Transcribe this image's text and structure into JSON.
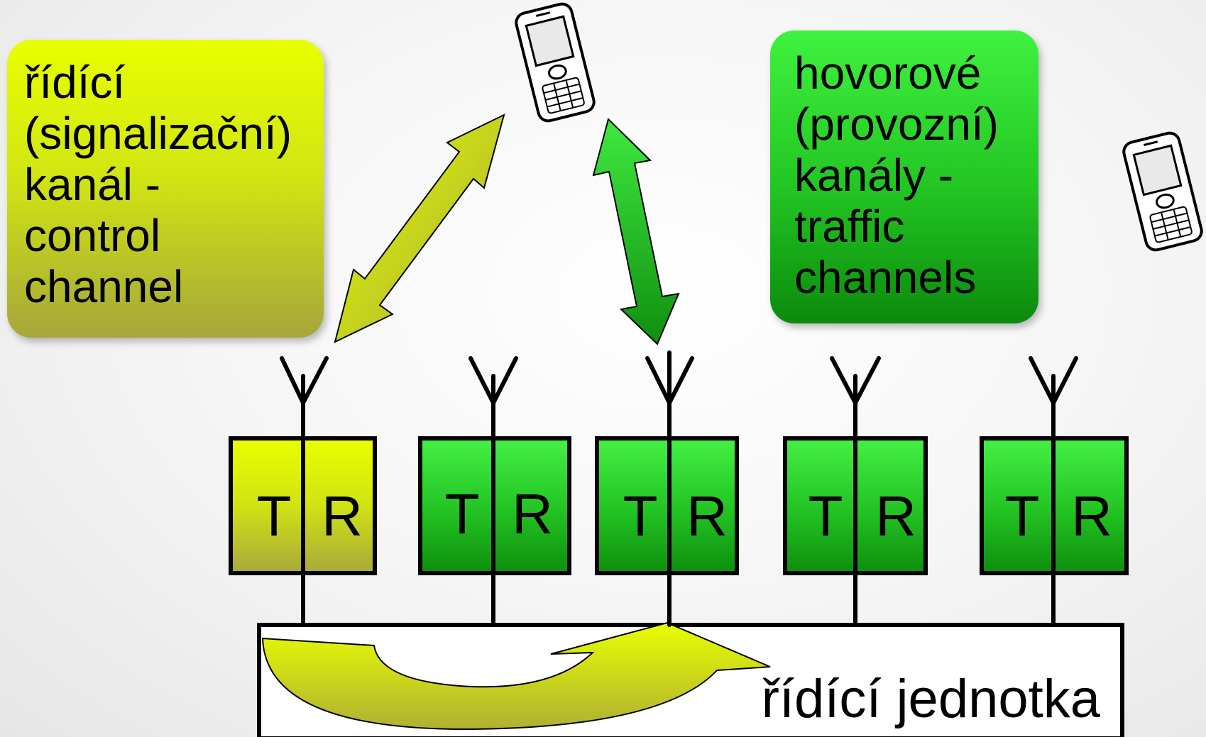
{
  "control_box": {
    "lines": [
      "řídící",
      "(signalizační)",
      "kanál -",
      "control",
      "channel"
    ]
  },
  "traffic_box": {
    "lines": [
      "hovorové",
      "(provozní)",
      "kanály -",
      "traffic",
      "channels"
    ]
  },
  "transceivers": [
    {
      "t": "T",
      "r": "R",
      "kind": "control"
    },
    {
      "t": "T",
      "r": "R",
      "kind": "traffic"
    },
    {
      "t": "T",
      "r": "R",
      "kind": "traffic"
    },
    {
      "t": "T",
      "r": "R",
      "kind": "traffic"
    },
    {
      "t": "T",
      "r": "R",
      "kind": "traffic"
    }
  ],
  "control_unit": {
    "label": "řídící jednotka"
  },
  "colors": {
    "control": "#d4e60f",
    "traffic": "#22c422",
    "outline": "#000000"
  },
  "icons": [
    "mobile-phone-icon",
    "antenna-icon"
  ]
}
